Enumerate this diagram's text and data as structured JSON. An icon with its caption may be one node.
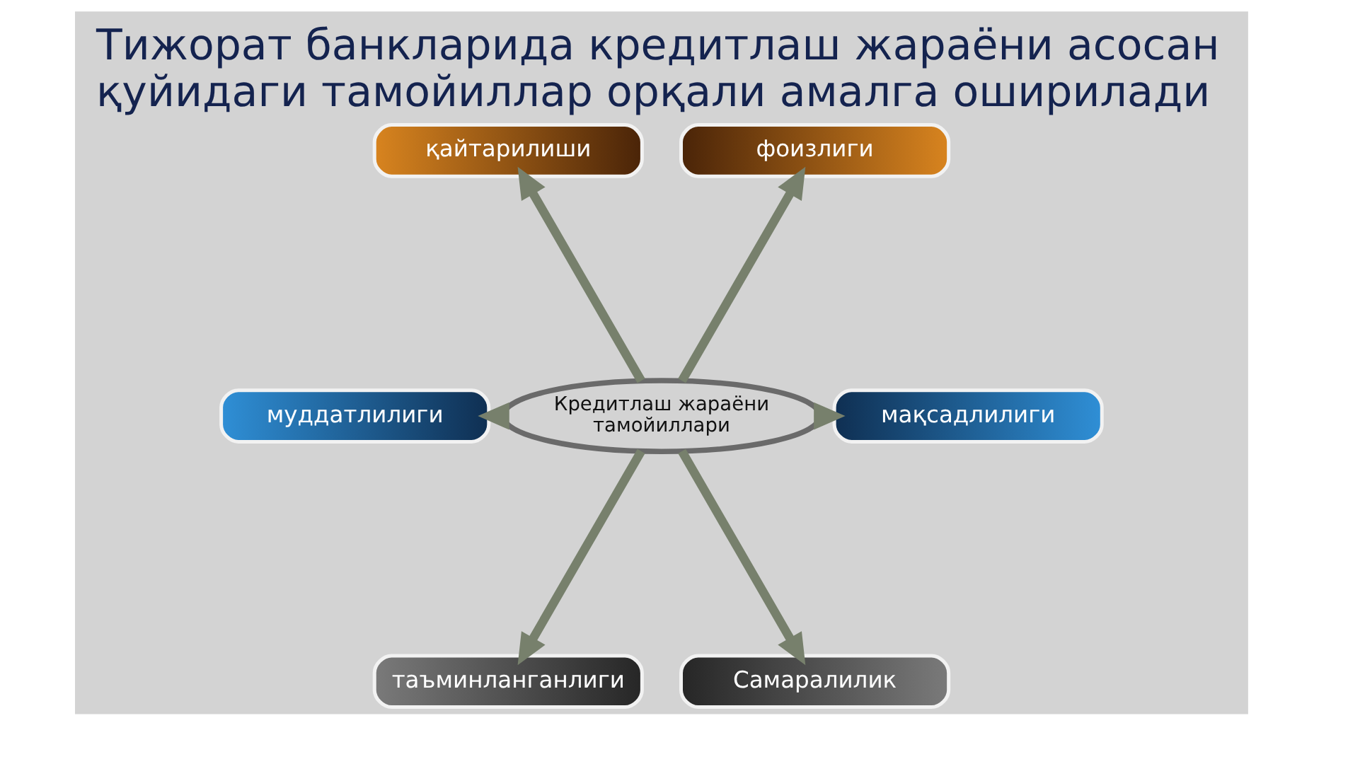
{
  "diagram": {
    "title": "Тижорат банкларида кредитлаш жараёни асосан қуйидаги тамойиллар орқали амалга оширилади",
    "nodes": [
      {
        "text": [
          "қайтарилиши"
        ]
      },
      {
        "text": [
          "фоизлиги"
        ]
      },
      {
        "text": [
          "муддатлилиги"
        ]
      },
      {
        "text": [
          "Кредитлаш жараёни тамойиллари"
        ]
      },
      {
        "text": [
          "мақсадлилиги"
        ]
      },
      {
        "text": [
          "таъминланганлиги"
        ]
      },
      {
        "text": [
          "Самаралилик"
        ]
      }
    ],
    "edges": [
      {
        "from": 3,
        "to": 0,
        "arrow": "to"
      },
      {
        "from": 3,
        "to": 1,
        "arrow": "to"
      },
      {
        "from": 3,
        "to": 2,
        "arrow": "to"
      },
      {
        "from": 3,
        "to": 4,
        "arrow": "to"
      },
      {
        "from": 3,
        "to": 5,
        "arrow": "to"
      },
      {
        "from": 3,
        "to": 6,
        "arrow": "to"
      }
    ]
  }
}
